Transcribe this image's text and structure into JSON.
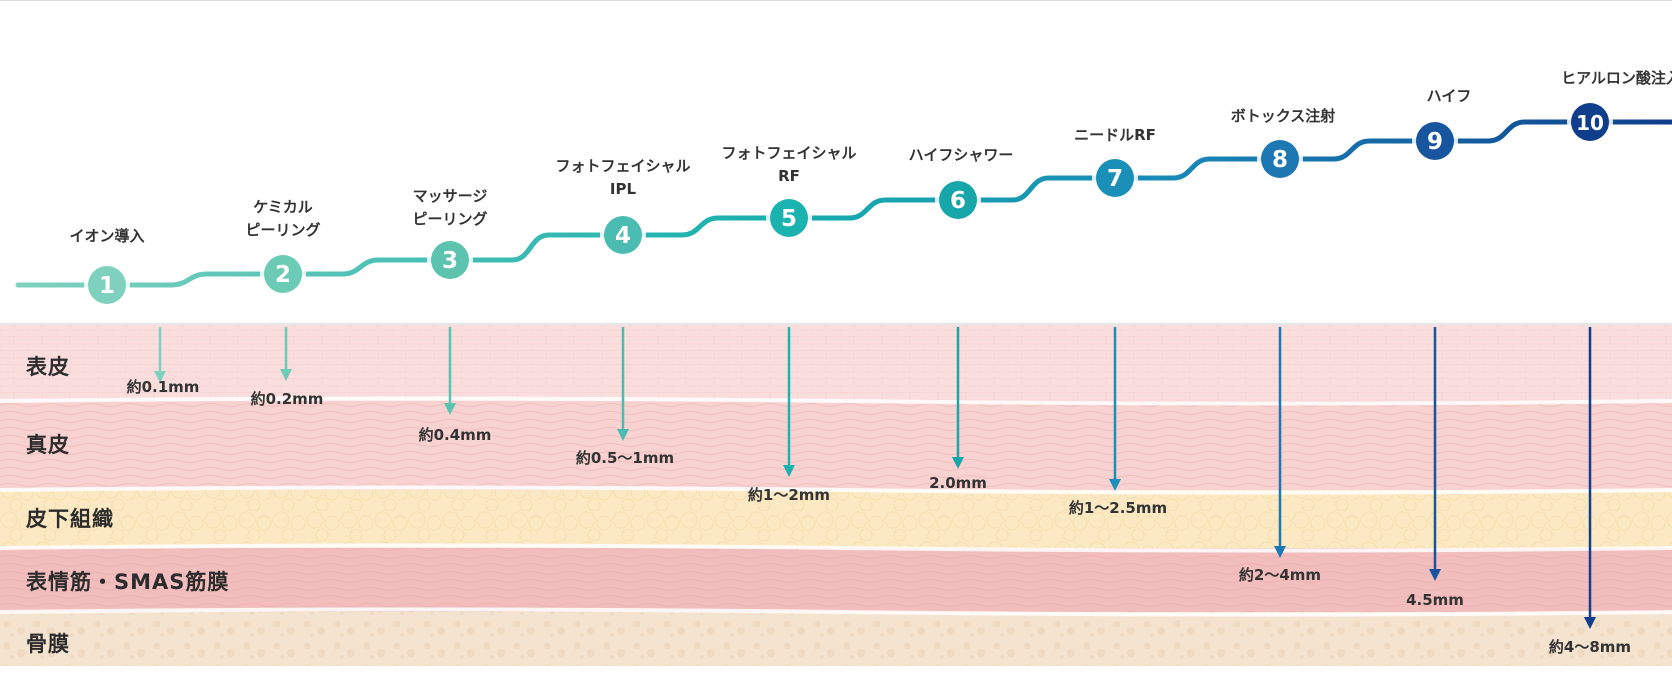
{
  "layers": [
    {
      "label": "表皮",
      "color": "#f9dedd"
    },
    {
      "label": "真皮",
      "color": "#f7d2d0"
    },
    {
      "label": "皮下組織",
      "color": "#fbe9c4"
    },
    {
      "label": "表情筋・SMAS筋膜",
      "color": "#f2bdbd"
    },
    {
      "label": "骨膜",
      "color": "#f4e3cf"
    }
  ],
  "procedures": [
    {
      "num": "1",
      "label": "イオン導入",
      "depth": "約0.1mm",
      "color": "#7fd1bd"
    },
    {
      "num": "2",
      "label": "ケミカル\nピーリング",
      "depth": "約0.2mm",
      "color": "#6ccbb5"
    },
    {
      "num": "3",
      "label": "マッサージ\nピーリング",
      "depth": "約0.4mm",
      "color": "#5bc3ae"
    },
    {
      "num": "4",
      "label": "フォトフェイシャル\nIPL",
      "depth": "約0.5〜1mm",
      "color": "#4bbcb2"
    },
    {
      "num": "5",
      "label": "フォトフェイシャル\nRF",
      "depth": "約1〜2mm",
      "color": "#1ab3b0"
    },
    {
      "num": "6",
      "label": "ハイフシャワー",
      "depth": "2.0mm",
      "color": "#17a7ab"
    },
    {
      "num": "7",
      "label": "ニードルRF",
      "depth": "約1〜2.5mm",
      "color": "#1a8fb8"
    },
    {
      "num": "8",
      "label": "ボトックス注射",
      "depth": "約2〜4mm",
      "color": "#1c77b2"
    },
    {
      "num": "9",
      "label": "ハイフ",
      "depth": "4.5mm",
      "color": "#17569e"
    },
    {
      "num": "10",
      "label": "ヒアルロン酸注入",
      "depth": "約4〜8mm",
      "color": "#0f3f8c"
    }
  ]
}
